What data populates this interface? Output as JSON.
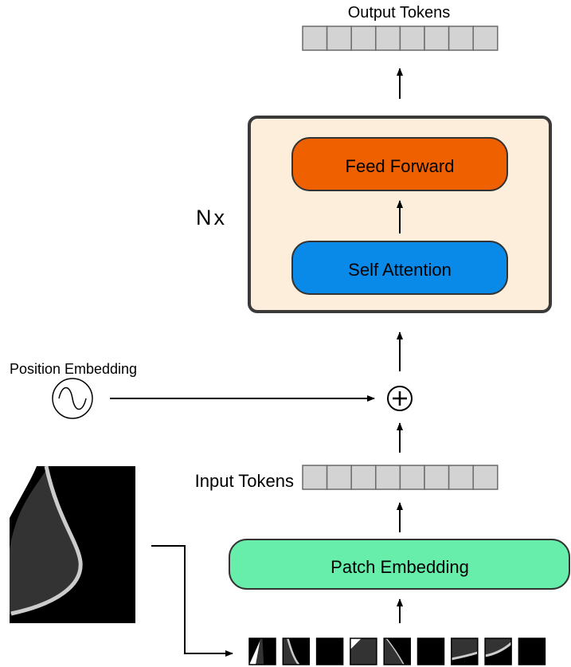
{
  "output_tokens": {
    "label": "Output Tokens",
    "count": 8
  },
  "transformer_block": {
    "repeat_label": "Nx",
    "feed_forward_label": "Feed Forward",
    "self_attention_label": "Self Attention"
  },
  "position_embedding": {
    "label": "Position Embedding"
  },
  "input_tokens": {
    "label": "Input Tokens",
    "count": 8
  },
  "patch_embedding": {
    "label": "Patch Embedding"
  },
  "patches": {
    "count": 9
  },
  "colors": {
    "token_fill": "#d3d3d3",
    "token_stroke": "#6b6b6b",
    "block_fill": "#fdeedb",
    "block_stroke": "#3a3a3a",
    "feed_forward": "#ef6000",
    "self_attention": "#0a8ae8",
    "patch_embedding": "#66eeaa",
    "image_dark": "#333333",
    "image_curve": "#cccccc"
  }
}
